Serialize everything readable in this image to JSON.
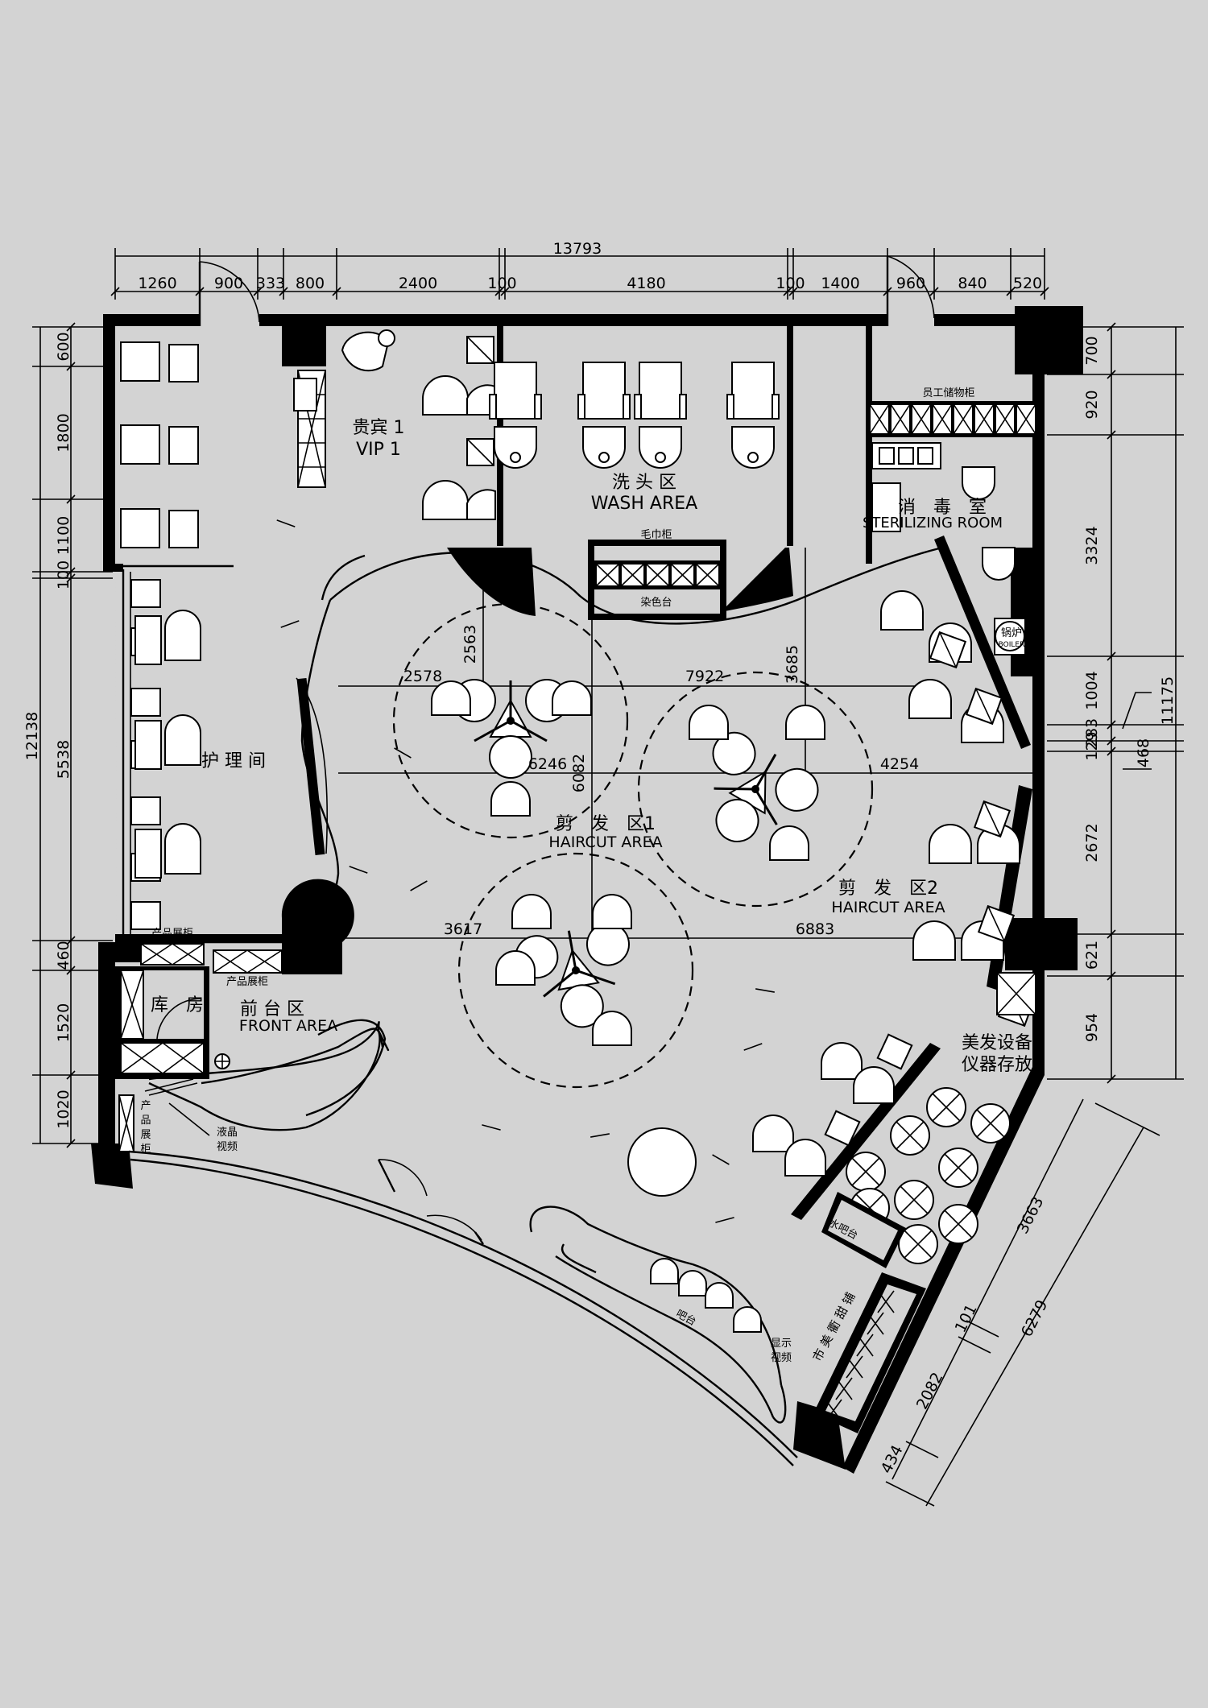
{
  "dimensions": {
    "top_total": "13793",
    "top_segments": [
      "1260",
      "900",
      "333",
      "800",
      "2400",
      "100",
      "4180",
      "100",
      "1400",
      "960",
      "840",
      "520"
    ],
    "left_total": "12138",
    "left_segments": [
      "600",
      "1800",
      "1100",
      "100",
      "5538",
      "460",
      "1520",
      "1020"
    ],
    "right_segments": [
      "700",
      "920",
      "3324",
      "1004",
      "283",
      "129",
      "2672",
      "621",
      "954"
    ],
    "right_total": "11175",
    "right_extra": "468",
    "diagonal": [
      "3663",
      "6279",
      "101",
      "2082",
      "434"
    ],
    "interior": [
      "2578",
      "2563",
      "6246",
      "6082",
      "7922",
      "3685",
      "4254",
      "3617",
      "6883"
    ]
  },
  "rooms": {
    "vip": [
      "贵宾 1",
      "VIP 1"
    ],
    "wash": [
      "洗 头 区",
      "WASH AREA"
    ],
    "sterilizing": [
      "消　毒　室",
      "STERILIZING ROOM"
    ],
    "staff_cabinet": "员工储物柜",
    "towel_cabinet": "毛巾柜",
    "dye_table": "染色台",
    "boiler": [
      "锅炉",
      "BOILER"
    ],
    "care_room": "护 理 间",
    "haircut1": [
      "剪　发　区1",
      "HAIRCUT AREA"
    ],
    "haircut2": [
      "剪　发　区2",
      "HAIRCUT AREA"
    ],
    "product_cab1": "产品展柜",
    "product_cab2": "产品展柜",
    "storage": "库　房",
    "front": [
      "前 台 区",
      "FRONT AREA"
    ],
    "product_cab3": [
      "产",
      "品",
      "展",
      "柜"
    ],
    "lcd_video": [
      "液晶",
      "视频"
    ],
    "equipment": [
      "美发设备",
      "仪器存放"
    ],
    "water_bar": "水吧台",
    "display_video": [
      "显示",
      "视频"
    ],
    "bar": "吧台",
    "boutique": "市 美 衢 甜 铺"
  }
}
